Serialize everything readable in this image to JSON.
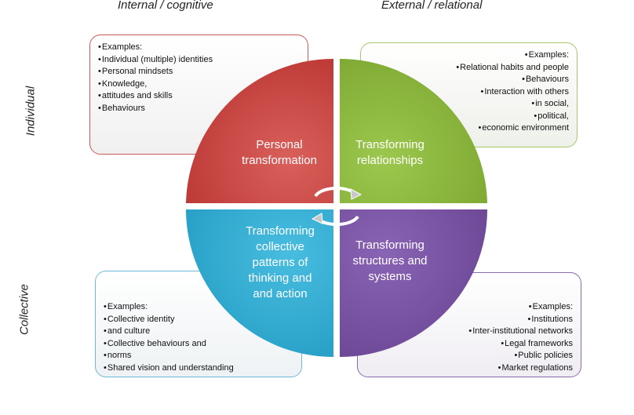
{
  "columns": {
    "left": "Internal / cognitive",
    "right": "External / relational"
  },
  "rows": {
    "top": "Individual",
    "bottom": "Collective"
  },
  "quadrants": {
    "personal": {
      "line1": "Personal",
      "line2": "transformation",
      "color": "#c0413f"
    },
    "relationships": {
      "line1": "Transforming",
      "line2": "relationships",
      "color": "#88b43a"
    },
    "collective": {
      "line1": "Transforming",
      "line2": "collective",
      "line3": "patterns of",
      "line4": "thinking and",
      "line5": "and action",
      "color": "#2ea6cc"
    },
    "structures": {
      "line1": "Transforming",
      "line2": "structures and",
      "line3": "systems",
      "color": "#7550a0"
    }
  },
  "boxes": {
    "top_left": [
      "Examples:",
      "Individual (multiple) identities",
      "Personal mindsets",
      "Knowledge,",
      "attitudes and skills",
      "Behaviours"
    ],
    "top_right": [
      "Examples:",
      "Relational habits and people",
      "Behaviours",
      "Interaction with others",
      "in social,",
      "political,",
      "economic environment"
    ],
    "bottom_left": [
      "Examples:",
      "Collective identity",
      "and culture",
      "Collective behaviours  and",
      "norms",
      "Shared vision and understanding"
    ],
    "bottom_right": [
      "Examples:",
      "Institutions",
      "Inter-institutional networks",
      "Legal frameworks",
      "Public policies",
      "Market regulations"
    ]
  }
}
